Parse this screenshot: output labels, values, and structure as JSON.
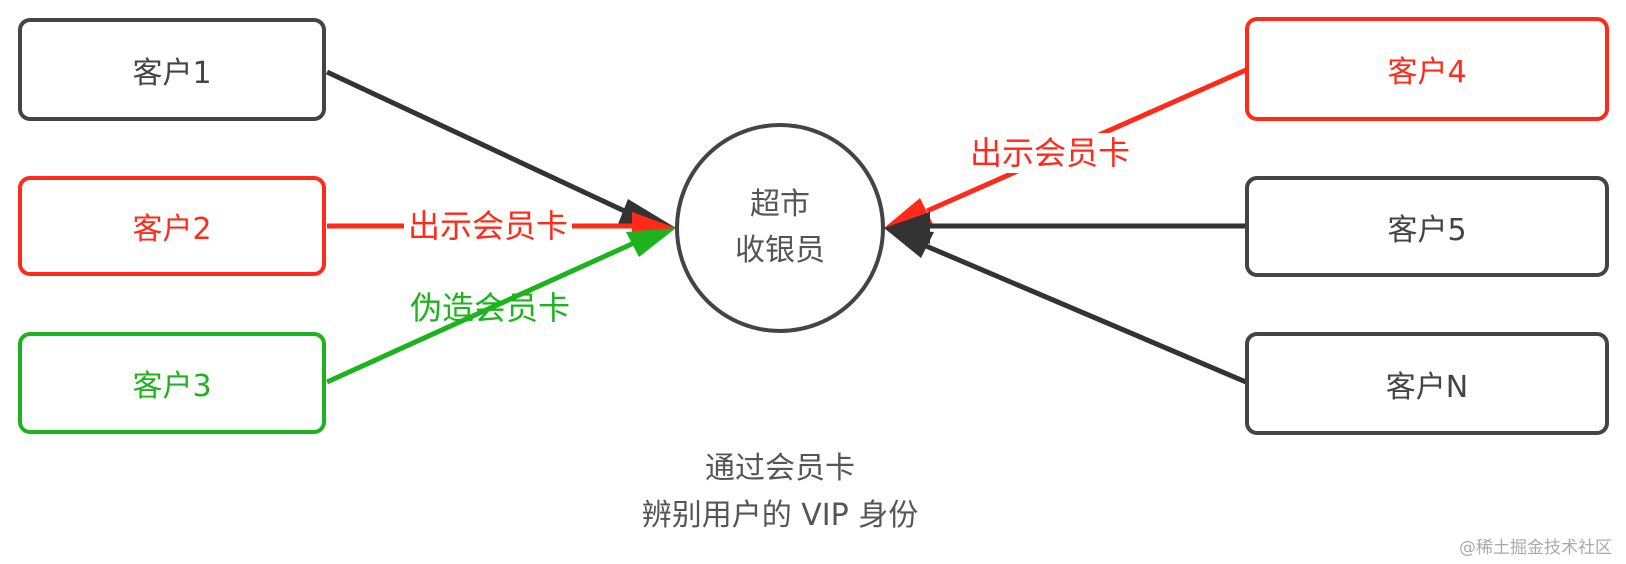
{
  "diagram": {
    "center": {
      "line1": "超市",
      "line2": "收银员"
    },
    "left_nodes": [
      {
        "label": "客户1",
        "status": "normal"
      },
      {
        "label": "客户2",
        "status": "valid-card"
      },
      {
        "label": "客户3",
        "status": "forged-card"
      }
    ],
    "right_nodes": [
      {
        "label": "客户4",
        "status": "valid-card"
      },
      {
        "label": "客户5",
        "status": "normal"
      },
      {
        "label": "客户N",
        "status": "normal"
      }
    ],
    "edge_labels": {
      "client2": "出示会员卡",
      "client3": "伪造会员卡",
      "client4": "出示会员卡"
    },
    "caption": {
      "line1": "通过会员卡",
      "line2": "辨别用户的 VIP 身份"
    },
    "watermark": "@稀土掘金技术社区",
    "colors": {
      "normal": "#444444",
      "valid": "#ff2a1a",
      "forged": "#1cb31c"
    }
  }
}
